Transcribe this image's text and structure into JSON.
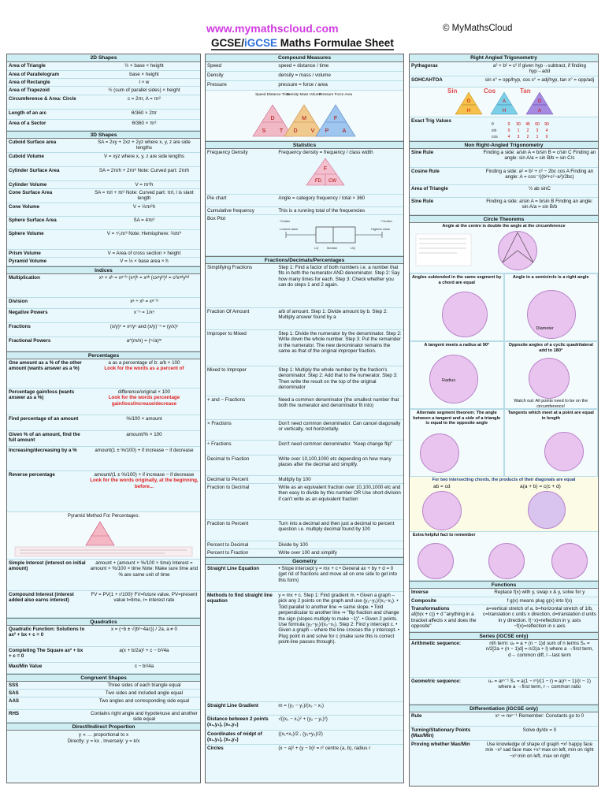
{
  "header": {
    "url": "www.mymathscloud.com",
    "copyright": "© MyMathsCloud",
    "title_a": "GCSE/",
    "title_b": "iGCSE",
    "title_c": " Maths Formulae Sheet"
  },
  "col1": {
    "shapes2d_head": "2D Shapes",
    "shapes2d": [
      {
        "name": "Area of Triangle",
        "formula": "½ × base × height"
      },
      {
        "name": "Area of Parallelogram",
        "formula": "base × height"
      },
      {
        "name": "Area of Rectangle",
        "formula": "l × w"
      },
      {
        "name": "Area of Trapezoid",
        "formula": "½ (sum of parallel sides) × height"
      },
      {
        "name": "Circumference & Area: Circle",
        "formula": "c = 2πr, A = πr²"
      },
      {
        "name": "Length of an arc",
        "formula": "θ/360 × 2πr"
      },
      {
        "name": "Area of a Sector",
        "formula": "θ/360 × πr²"
      }
    ],
    "shapes3d_head": "3D Shapes",
    "shapes3d": [
      {
        "name": "Cuboid Surface area",
        "formula": "SA = 2xy + 2xz + 2yz  where x, y, z are side lengths"
      },
      {
        "name": "Cuboid Volume",
        "formula": "V = xyz  where x, y, z are side lengths"
      },
      {
        "name": "Cylinder Surface Area",
        "formula": "SA = 2πrh + 2πr²  Note: Curved part: 2πrh"
      },
      {
        "name": "Cylinder Volume",
        "formula": "V = πr²h"
      },
      {
        "name": "Cone Surface Area",
        "formula": "SA = πrl + πr²  Note: Curved part: πrl, l is slant length"
      },
      {
        "name": "Cone Volume",
        "formula": "V = ⅓πr²h"
      },
      {
        "name": "Sphere Surface Area",
        "formula": "SA = 4πr²"
      },
      {
        "name": "Sphere Volume",
        "formula": "V = ⁴⁄₃πr³  Note: Hemisphere: ⅔πr³"
      },
      {
        "name": "Prism Volume",
        "formula": "V = Area of cross section × height"
      },
      {
        "name": "Pyramid Volume",
        "formula": "V = ⅓ × base area × h"
      }
    ],
    "indices_head": "Indices",
    "indices": [
      {
        "name": "Multiplication",
        "formula": "xᵃ × xᵇ = xᵃ⁺ᵇ  (xᵃ)ᵇ = xᵃᵇ  (cxᵃyᵇ)ᵈ = cᵈxᵃᵈyᵇᵈ"
      },
      {
        "name": "Division",
        "formula": "xᵃ ÷ xᵇ = xᵃ⁻ᵇ"
      },
      {
        "name": "Negative Powers",
        "formula": "x⁻ⁿ = 1/xⁿ"
      },
      {
        "name": "Fractions",
        "formula": "(x/y)ⁿ = xⁿ/yⁿ  and  (x/y)⁻ⁿ = (y/x)ⁿ"
      },
      {
        "name": "Fractional Powers",
        "formula": "a^(m/n) = (ⁿ√a)ᵐ"
      }
    ],
    "percent_head": "Percentages",
    "percentages": [
      {
        "name": "One amount as a % of the other amount (wants answer as a %)",
        "formula": "a as a percentage of b:  a/b × 100",
        "note": "Look for the words as a percent of"
      },
      {
        "name": "Percentage gain/loss (wants answer as a %)",
        "formula": "difference/original × 100",
        "note": "Look for the words percentage gain/loss/increase/decrease"
      },
      {
        "name": "Find percentage of an amount",
        "formula": "%/100 × amount"
      },
      {
        "name": "Given % of an amount, find the full amount",
        "formula": "amount/% × 100"
      },
      {
        "name": "Increasing/decreasing by a %",
        "formula": "amount(1 ± %/100)  + if increase  − if decrease"
      },
      {
        "name": "Reverse percentage",
        "formula": "amount/(1 ± %/100)  + if increase  − if decrease",
        "note": "Look for the words originally, at the beginning, before..."
      }
    ],
    "pyramid_caption": "Pyramid Method For Percentages:",
    "interest": [
      {
        "name": "Simple Interest (interest on initial amount)",
        "formula": "amount + (amount × %/100 × time)  Interest = amount × %/100 × time  Note: Make sure time and % are same unit of time"
      },
      {
        "name": "Compound Interest (interest added also earns interest)",
        "formula": "FV = PV(1 + r/100)ᵗ  FV=future value, PV=present value  t=time, r= interest rate"
      }
    ],
    "quad_head": "Quadratics",
    "quadratics": [
      {
        "name": "Quadratic Function: Solutions to ax² + bx + c = 0",
        "formula": "x = (−b ± √(b²−4ac)) / 2a,  a ≠ 0"
      },
      {
        "name": "Completing The Square ax² + bx + c = 0",
        "formula": "a(x + b/2a)² + c − b²/4a"
      },
      {
        "name": "Max/Min Value",
        "formula": "c − b²/4a"
      }
    ],
    "congruent_head": "Congruent Shapes",
    "congruent": [
      {
        "name": "SSS",
        "formula": "Three sides of each triangle equal"
      },
      {
        "name": "SAS",
        "formula": "Two sides and included angle equal"
      },
      {
        "name": "AAS",
        "formula": "Two angles and corresponding side equal"
      },
      {
        "name": "RHS",
        "formula": "Contains right angle and hypotenuse and another side equal"
      }
    ],
    "prop_head": "Direct/Indirect Proportion",
    "prop_line1": "y ∝ … proportional to x",
    "prop_line2": "Directly: y = kx ,  Inversely: y = k/x"
  },
  "col2": {
    "compound_head": "Compound Measures",
    "compound": [
      {
        "name": "Speed",
        "formula": "speed = distance / time"
      },
      {
        "name": "Density",
        "formula": "density = mass / volume"
      },
      {
        "name": "Pressure",
        "formula": "pressure = force / area"
      }
    ],
    "tri_labels": [
      "Speed Distance Time",
      "Density Mass Volume",
      "Pressure Force Area"
    ],
    "tri_letters": [
      "D",
      "S",
      "T",
      "M",
      "D",
      "V",
      "F",
      "P",
      "A"
    ],
    "stats_head": "Statistics",
    "stats": [
      {
        "name": "Frequency Density",
        "formula": "Frequency density = frequency / class width"
      },
      {
        "name": "Pie chart",
        "formula": "Angle = category frequency / total × 360"
      },
      {
        "name": "Cumulative frequency",
        "formula": "This is a running total of the frequencies"
      },
      {
        "name": "Box Plot",
        "formula": ""
      }
    ],
    "fd_letters": [
      "F",
      "FD",
      "CW"
    ],
    "box_labels": [
      "Lowest value",
      "LQ",
      "Median",
      "UQ",
      "Highest value",
      "*Outlier",
      "**Outlier"
    ],
    "fdp_head": "Fractions/Decimals/Percentages",
    "fdp": [
      {
        "name": "Simplifying Fractions",
        "formula": "Step 1: Find a factor of both numbers i.e. a number that fits in both the numerator AND denominator. Step 2: Say how many times for each. Step 3: Check whether you can do steps 1 and 2 again."
      },
      {
        "name": "Fraction Of Amount",
        "formula": "a/b of amount. Step 1: Divide amount by b. Step 2: Multiply answer found by a"
      },
      {
        "name": "Improper to Mixed",
        "formula": "Step 1: Divide the numerator by the denominator. Step 2: Write down the whole number. Step 3: Put the remainder in the numerator. The new denominator remains the same as that of the original improper fraction."
      },
      {
        "name": "Mixed to Improper",
        "formula": "Step 1: Multiply the whole number by the fraction's denominator. Step 2: Add that to the numerator. Step 3: Then write the result on the top of the original denominator"
      },
      {
        "name": "+ and − Fractions",
        "formula": "Need a common denominator (the smallest number that both the numerator and denominator fit into)"
      },
      {
        "name": "× Fractions",
        "formula": "Don't need common denominator. Can cancel diagonally or vertically, not horizontally."
      },
      {
        "name": "÷ Fractions",
        "formula": "Don't need common denominator. \"Keep change flip\""
      },
      {
        "name": "Decimal to Fraction",
        "formula": "Write over 10,100,1000 etc depending on how many places after the decimal and simplify."
      },
      {
        "name": "Decimal to Percent",
        "formula": "Multiply by 100"
      },
      {
        "name": "Fraction to Decimal",
        "formula": "Write as an equivalent fraction over 10,100,1000 etc and then easy to divide by this number OR Use short division if can't write as an equivalent fraction"
      },
      {
        "name": "Fraction to Percent",
        "formula": "Turn into a decimal and then just a decimal to percent question i.e. multiply decimal found by 100"
      },
      {
        "name": "Percent to Decimal",
        "formula": "Divide by 100"
      },
      {
        "name": "Percent to Fraction",
        "formula": "Write over 100 and simplify"
      }
    ],
    "geom_head": "Geometry",
    "geometry": [
      {
        "name": "Straight Line Equation",
        "formula": "• Slope intercept y = mx + c  • General ax + by + d = 0 (get rid of fractions and move all on one side to get into this form)"
      },
      {
        "name": "Methods to find straight line equation",
        "formula": "y = mx + c. Step 1: Find gradient m. • Given a graph – pick any 2 points on the graph and use (y₂−y₁)/(x₂−x₁). • Told parallel to another line ⇒ same slope. • Told perpendicular to another line ⇒ \"flip fraction and change the sign (slopes multiply to make −1)\". • Given 2 points. Use formula (y₂−y₁)/(x₂−x₁). Step 2: Find y intercept c. • Given a graph – where the line crosses the y intercept. • Plug point in and solve for c (make sure this is correct point-line passes through)."
      },
      {
        "name": "Straight Line Gradient",
        "formula": "m = (y₂ − y₁)/(x₂ − x₁)"
      },
      {
        "name": "Distance between 2 points (x₁,y₁), (x₂,y₂)",
        "formula": "√((x₂ − x₁)² + (y₂ − y₁)²)"
      },
      {
        "name": "Coordinates of midpt of (x₁,y₁), (x₂,y₂)",
        "formula": "((x₁+x₂)/2 , (y₁+y₂)/2)"
      },
      {
        "name": "Circles",
        "formula": "(x − a)² + (y − b)² = r²  centre (a, b), radius r"
      }
    ]
  },
  "col3": {
    "rat_head": "Right Angled Trigonometry",
    "rat": [
      {
        "name": "Pythagoras",
        "formula": "a² + b² = c²  if given hyp→subtract, if finding hyp→add"
      },
      {
        "name": "SOHCAHTOA",
        "formula": "sin x° = opp/hyp,  cos x° = adj/hyp,  tan x° = opp/adj"
      }
    ],
    "soh_words": [
      "Sin",
      "Cos",
      "Tan"
    ],
    "soh_letters": [
      "O",
      "H",
      "A",
      "H",
      "O",
      "A"
    ],
    "exact_label": "Exact Trig Values",
    "exact_angles": [
      "0",
      "30",
      "45",
      "60",
      "90"
    ],
    "exact_sin": [
      "0",
      "1",
      "2",
      "3",
      "4"
    ],
    "exact_cos": [
      "4",
      "3",
      "2",
      "1",
      "0"
    ],
    "nrat_head": "Non Right-Angled Trigonometry",
    "nrat": [
      {
        "name": "Sine Rule",
        "formula": "Finding a side: a/sin A = b/sin B = c/sin C   Finding an angle: sin A/a = sin B/b = sin C/c"
      },
      {
        "name": "Cosine Rule",
        "formula": "Finding a side: a² = b² + c² − 2bc cos A   Finding an angle: A = cos⁻¹((b²+c²−a²)/2bc)"
      },
      {
        "name": "Area of Triangle",
        "formula": "½ ab sinC"
      },
      {
        "name": "Sine Rule",
        "formula": "Finding a side: a/sin A = b/sin B   Finding an angle: sin A/a = sin B/b"
      }
    ],
    "circle_head": "Circle Theorems",
    "circle_top": "Angle at the centre is double the angle at the circumference",
    "circle_cells": [
      {
        "cap": "Angles subtended in the same segment by a chord are equal",
        "red": false
      },
      {
        "cap": "Angle in a semicircle is a right angle",
        "red": false
      },
      {
        "cap": "A tangent meets a radius at 90°",
        "red": false
      },
      {
        "cap": "Opposite angles of a cyclic quadrilateral add to 180°",
        "red": false
      },
      {
        "cap": "Alternate segment theorem: The angle between a tangent and a side of a triangle is equal to the opposite angle",
        "red": false
      },
      {
        "cap": "Tangents which meet at a point are equal in length",
        "red": false
      }
    ],
    "diameter_label": "Diameter",
    "radius_label": "Radius",
    "watch_note": "Watch out: All points need to be on the circumference!",
    "chords_caption": "For two intersecting chords, the products of their diagonals are equal",
    "chords_f1": "ab = cd",
    "chords_f2": "a(a + b) = c(c + d)",
    "extra_caption": "Extra helpful fact to remember",
    "func_head": "Functions",
    "functions": [
      {
        "name": "Inverse",
        "formula": "Replace f(x) with y, swap x & y, solve for y"
      },
      {
        "name": "Composite",
        "formula": "f g(x) means plug g(x) into f(x)"
      },
      {
        "name": "Transformations",
        "formula": "a=vertical stretch of a, b=horizontal stretch of 1/b, c=translation c units x direction, d=translation d units in y direction. f(−x)=reflection in y, axis  −f(x)=reflection in x axis",
        "note": "af(b(x + c)) + d  \"anything in a bracket affects x and does the opposite\""
      }
    ],
    "series_head": "Series (iGCSE only)",
    "series": [
      {
        "name": "Arithmetic sequence:",
        "formula": "nth term: uₙ = a + (n − 1)d   sum of n terms  Sₙ = n/2[2a + (n − 1)d] = n/2(a + l)  where a →first term, d→ common diff, l→last term"
      },
      {
        "name": "Geometric sequence:",
        "formula": "uₙ = arⁿ⁻¹   Sₙ = a(1 − rⁿ)/(1 − r) = a(rⁿ − 1)/(r − 1)  where a →first term, r→ common ratio"
      }
    ],
    "diff_head": "Differentiation (iGCSE only)",
    "diff": [
      {
        "name": "Rule",
        "formula": "xⁿ ⇒ nxⁿ⁻¹  Remember: Constants go to 0"
      },
      {
        "name": "Turning/Stationary Points (Max/Min)",
        "formula": "Solve dy/dx = 0"
      },
      {
        "name": "Proving whether Max/Min",
        "formula": "Use knowledge of shape of graph  +x² happy face min  −x² sad face max  +x³ max on left, min on right  −x³ min on left, max on right"
      }
    ]
  }
}
